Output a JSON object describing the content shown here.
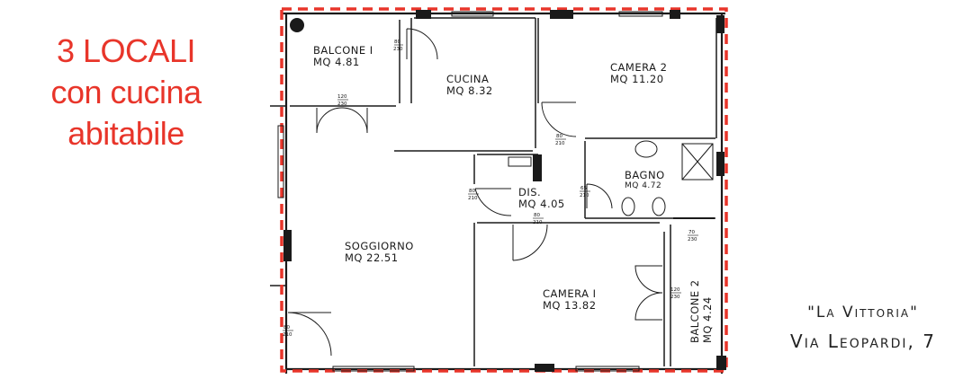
{
  "headline": [
    "3 LOCALI",
    "con cucina",
    "abitabile"
  ],
  "rooms": [
    {
      "id": "balcone-1",
      "name": "BALCONE I",
      "area": "MQ 4.81"
    },
    {
      "id": "cucina",
      "name": "CUCINA",
      "area": "MQ 8.32"
    },
    {
      "id": "camera-2",
      "name": "CAMERA 2",
      "area": "MQ 11.20"
    },
    {
      "id": "bagno",
      "name": "BAGNO",
      "area": "MQ 4.72"
    },
    {
      "id": "dis",
      "name": "DIS.",
      "area": "MQ 4.05"
    },
    {
      "id": "soggiorno",
      "name": "SOGGIORNO",
      "area": "MQ 22.51"
    },
    {
      "id": "camera-1",
      "name": "CAMERA I",
      "area": "MQ 13.82"
    },
    {
      "id": "balcone-2",
      "name": "BALCONE 2",
      "area": "MQ 4.24"
    }
  ],
  "door_marks": [
    {
      "top": "80",
      "bottom": "230"
    },
    {
      "top": "120",
      "bottom": "230"
    },
    {
      "top": "80",
      "bottom": "210"
    },
    {
      "top": "80",
      "bottom": "210"
    },
    {
      "top": "65",
      "bottom": "210"
    },
    {
      "top": "80",
      "bottom": "210"
    },
    {
      "top": "120",
      "bottom": "230"
    },
    {
      "top": "70",
      "bottom": "230"
    },
    {
      "top": "80",
      "bottom": "210"
    }
  ],
  "address": {
    "name": "\"La Vittoria\"",
    "street": "Via Leopardi, 7"
  },
  "colors": {
    "accent": "#e8352a",
    "wall": "#1a1a1a",
    "pillar": "#1a1a1a"
  }
}
